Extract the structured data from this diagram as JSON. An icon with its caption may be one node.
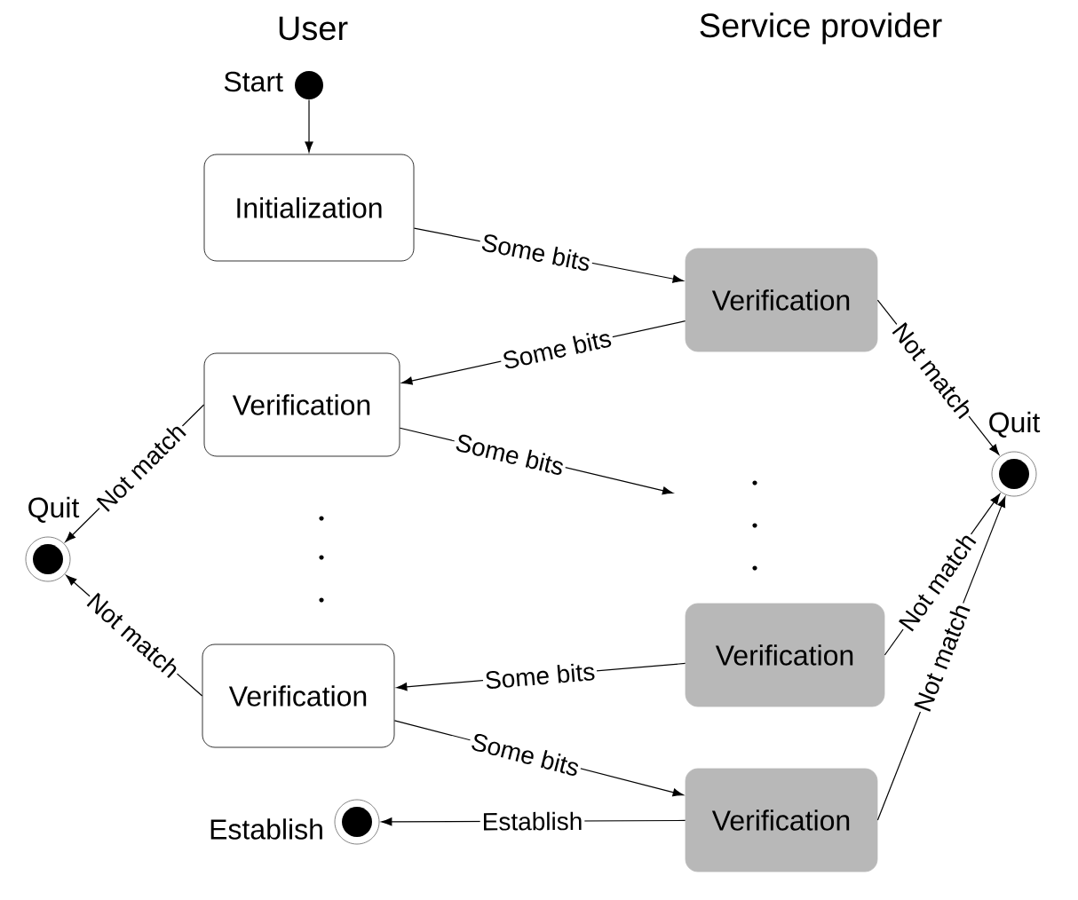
{
  "diagram": {
    "nodes": [
      {
        "text": [],
        "shape": "circle",
        "beside": [
          "Start"
        ]
      },
      {
        "text": [
          "Initialization"
        ]
      },
      {
        "text": [
          "Verification"
        ]
      },
      {
        "text": [
          "Verification"
        ]
      },
      {
        "text": [],
        "shape": "circle",
        "beside": [
          "Quit"
        ]
      },
      {
        "text": [],
        "shape": "circle",
        "beside": [
          "Quit"
        ]
      },
      {
        "text": [
          "Verification"
        ]
      },
      {
        "text": [
          "Verification"
        ]
      },
      {
        "text": [
          "Verification"
        ]
      },
      {
        "text": [],
        "shape": "circle",
        "beside": [
          "Establish"
        ]
      }
    ],
    "edges": [
      {
        "from": 0,
        "to": 1,
        "arrow": "to"
      },
      {
        "from": 1,
        "to": 2,
        "arrow": "to",
        "label": "Some bits"
      },
      {
        "from": 2,
        "to": 3,
        "arrow": "to",
        "label": "Some bits"
      },
      {
        "from": 3,
        "to": null,
        "arrow": "to",
        "label": "Some bits"
      },
      {
        "from": 3,
        "to": 5,
        "arrow": "to",
        "label": "Not match"
      },
      {
        "from": 6,
        "to": 5,
        "arrow": "to",
        "label": "Not match"
      },
      {
        "from": 2,
        "to": 4,
        "arrow": "to",
        "label": "Not match"
      },
      {
        "from": 7,
        "to": 6,
        "arrow": "to",
        "label": "Some bits"
      },
      {
        "from": 6,
        "to": 8,
        "arrow": "to",
        "label": "Some bits"
      },
      {
        "from": 7,
        "to": 4,
        "arrow": "to",
        "label": "Not match"
      },
      {
        "from": 8,
        "to": 4,
        "arrow": "to",
        "label": "Not match"
      },
      {
        "from": 8,
        "to": 9,
        "arrow": "to",
        "label": "Establish"
      }
    ],
    "labels": [
      "User",
      "Service provider"
    ]
  }
}
